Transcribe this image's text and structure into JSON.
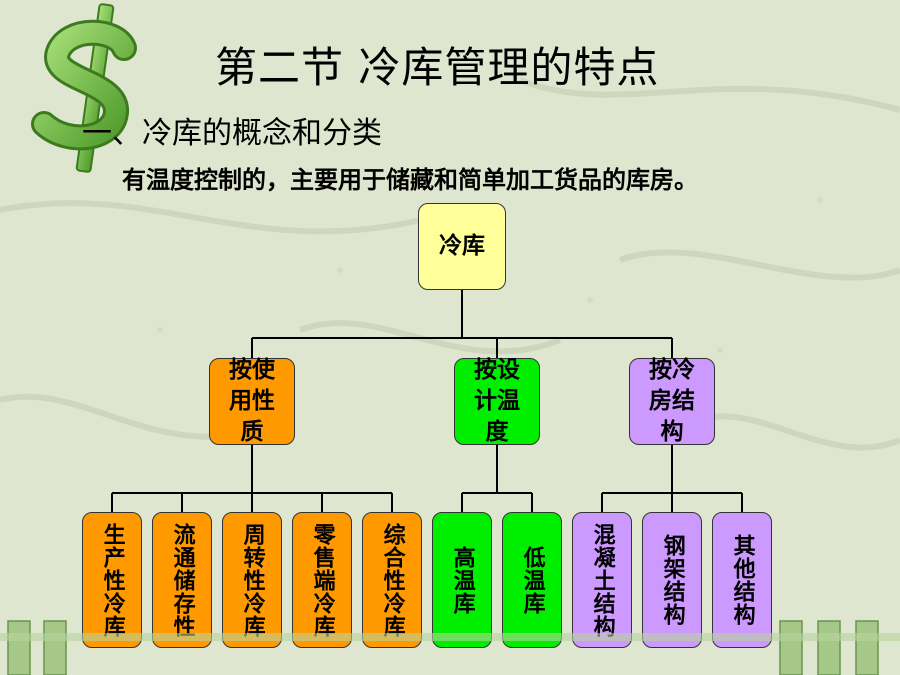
{
  "slide": {
    "title": "第二节 冷库管理的特点",
    "subtitle": "一、冷库的概念和分类",
    "description": "有温度控制的，主要用于储藏和简单加工货品的库房。"
  },
  "diagram": {
    "root": "冷库",
    "categories": [
      {
        "label": "按使用性质",
        "color": "#ff9900",
        "children": [
          "生产性冷库",
          "流通储存性",
          "周转性冷库",
          "零售端冷库",
          "综合性冷库"
        ]
      },
      {
        "label": "按设计温度",
        "color": "#00ee00",
        "children": [
          "高温库",
          "低温库"
        ]
      },
      {
        "label": "按冷房结构",
        "color": "#cc99ff",
        "children": [
          "混凝土结构",
          "钢架结构",
          "其他结构"
        ]
      }
    ]
  },
  "colors": {
    "root": "#ffff99",
    "background": "#dfe6cf",
    "icon_green": "#7dc24b"
  },
  "icons": {
    "logo": "dollar-sign-icon"
  }
}
